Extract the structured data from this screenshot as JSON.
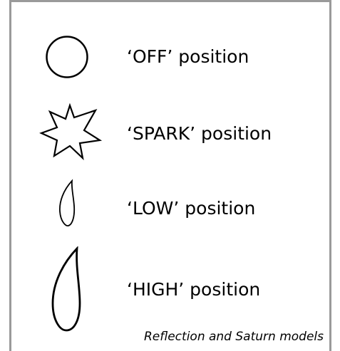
{
  "legend": {
    "items": [
      {
        "icon": "circle-icon",
        "label": "‘OFF’ position"
      },
      {
        "icon": "star-burst-icon",
        "label": "‘SPARK’ position"
      },
      {
        "icon": "small-flame-icon",
        "label": "‘LOW’ position"
      },
      {
        "icon": "large-flame-icon",
        "label": "‘HIGH’ position"
      }
    ]
  },
  "caption": "Reflection and Saturn models"
}
